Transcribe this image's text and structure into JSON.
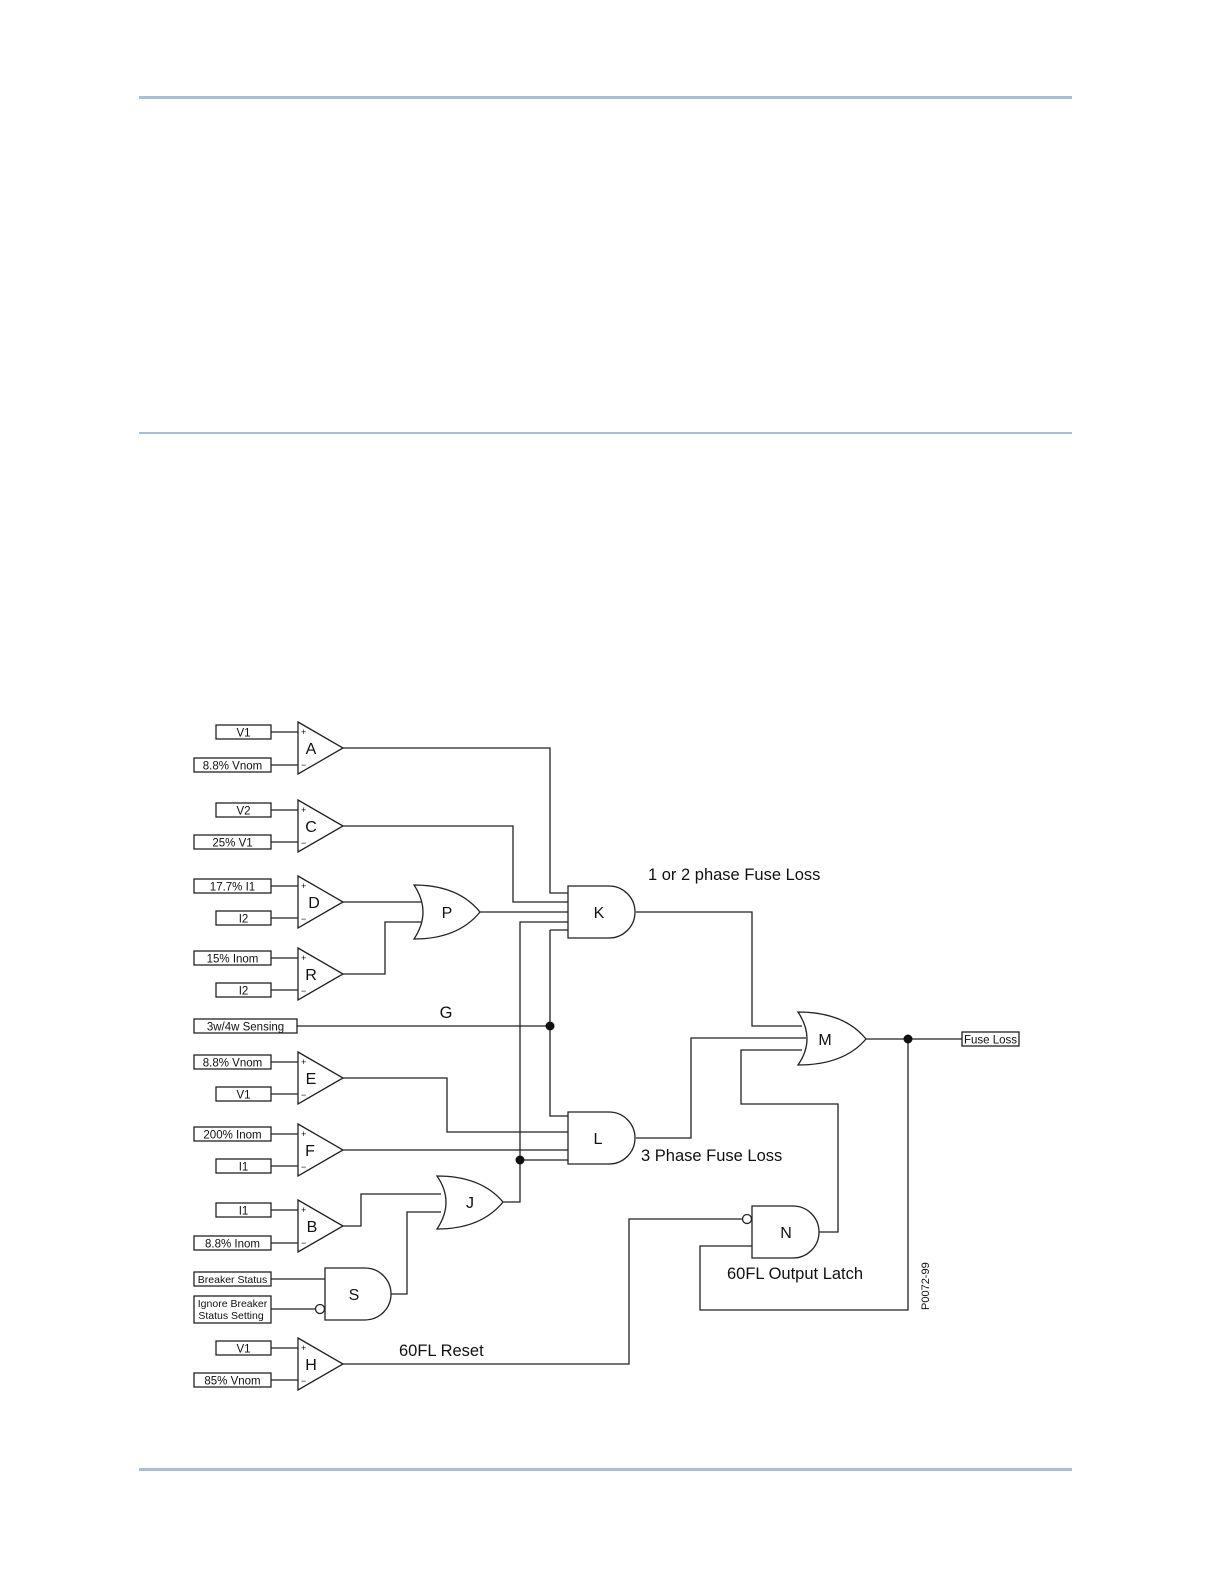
{
  "inputs": {
    "v1_a": "V1",
    "vnom_a": "8.8% Vnom",
    "v2_c": "V2",
    "v1_c": "25% V1",
    "i1_d": "17.7% I1",
    "i2_d": "I2",
    "inom_r": "15% Inom",
    "i2_r": "I2",
    "sensing": "3w/4w Sensing",
    "vnom_e": "8.8% Vnom",
    "v1_e": "V1",
    "inom_f": "200% Inom",
    "i1_f": "I1",
    "i1_b": "I1",
    "inom_b": "8.8% Inom",
    "breaker_status": "Breaker Status",
    "ignore_breaker_1": "Ignore Breaker",
    "ignore_breaker_2": "Status Setting",
    "v1_h": "V1",
    "vnom_h": "85% Vnom"
  },
  "gates": {
    "A": "A",
    "C": "C",
    "D": "D",
    "R": "R",
    "E": "E",
    "F": "F",
    "B": "B",
    "H": "H",
    "P": "P",
    "J": "J",
    "S": "S",
    "K": "K",
    "L": "L",
    "M": "M",
    "N": "N"
  },
  "annotations": {
    "g": "G",
    "one_two_phase": "1 or 2 phase Fuse Loss",
    "three_phase": "3 Phase Fuse Loss",
    "latch": "60FL Output Latch",
    "reset": "60FL Reset"
  },
  "output": "Fuse Loss",
  "figure_id": "P0072-99",
  "colors": {
    "rule": "#a9bedb",
    "ink": "#222222"
  }
}
